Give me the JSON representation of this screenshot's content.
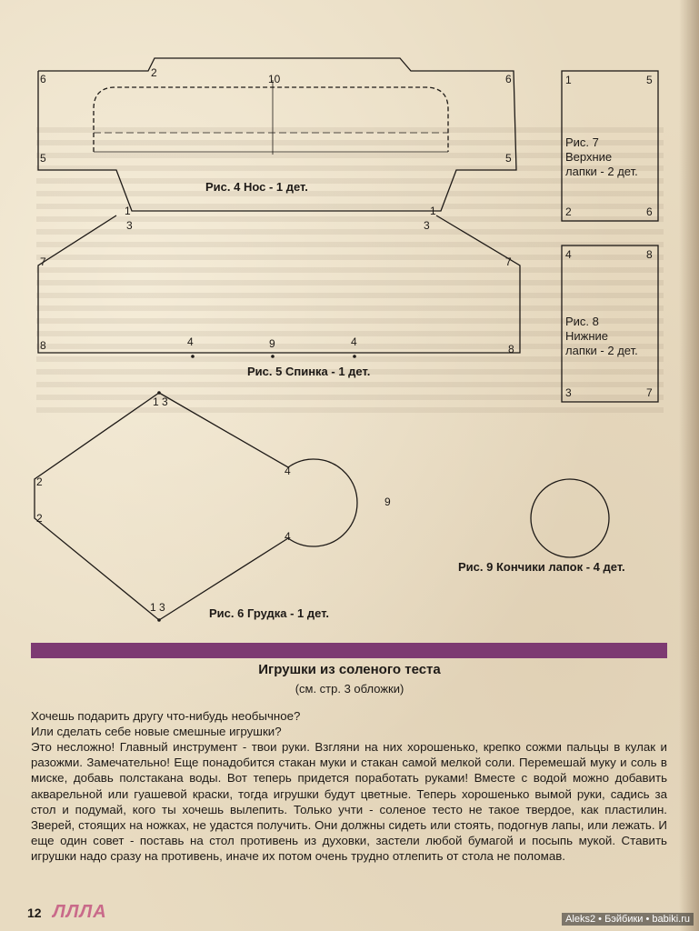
{
  "patterns": {
    "nose": {
      "caption": "Рис. 4 Нос - 1 дет.",
      "points": [
        "6",
        "2",
        "10",
        "6",
        "5",
        "5",
        "1",
        "3",
        "1",
        "3"
      ]
    },
    "back": {
      "caption": "Рис. 5 Спинка - 1 дет.",
      "points": [
        "7",
        "7",
        "8",
        "4",
        "9",
        "4",
        "8"
      ]
    },
    "chest": {
      "caption": "Рис. 6 Грудка - 1 дет.",
      "points": [
        "1 3",
        "2",
        "2",
        "4",
        "9",
        "4",
        "1 3"
      ]
    },
    "upper_paws": {
      "points": [
        "1",
        "5",
        "2",
        "6"
      ],
      "caption_lines": [
        "Рис. 7",
        "Верхние",
        "лапки - 2 дет."
      ]
    },
    "lower_paws": {
      "points": [
        "4",
        "8",
        "3",
        "7"
      ],
      "caption_lines": [
        "Рис. 8",
        "Нижние",
        "лапки - 2 дет."
      ]
    },
    "paw_tips": {
      "caption": "Рис. 9 Кончики лапок - 4 дет."
    }
  },
  "article": {
    "title": "Игрушки из соленого теста",
    "subtitle": "(см. стр. 3 обложки)",
    "lead_lines": [
      "Хочешь подарить другу что-нибудь необычное?",
      "Или сделать себе новые смешные игрушки?"
    ],
    "body": "Это несложно! Главный инструмент - твои руки. Взгляни на них хорошенько, крепко сожми пальцы в кулак и разожми. Замечательно! Еще понадобится стакан муки и стакан самой мелкой соли. Перемешай муку и соль в миске, добавь полстакана воды. Вот теперь придется поработать руками! Вместе с водой можно добавить акварельной или гуашевой краски, тогда игрушки будут цветные. Теперь хорошенько вымой руки, садись за стол и подумай, кого ты хочешь вылепить. Только учти - соленое тесто не такое твердое, как пластилин. Зверей, стоящих на ножках, не удастся получить. Они должны сидеть или стоять, подогнув лапы, или лежать. И еще один совет - поставь на стол противень из духовки, застели любой бумагой и посыпь мукой. Ставить игрушки надо сразу на противень, иначе их потом очень трудно отлепить от стола не поломав."
  },
  "footer": {
    "page_number": "12",
    "watermark": "Aleks2 • Бэйбики • babiki.ru"
  },
  "colors": {
    "band": "#7d3a72",
    "paper": "#e8dbc1",
    "ink": "#1e1a17"
  }
}
